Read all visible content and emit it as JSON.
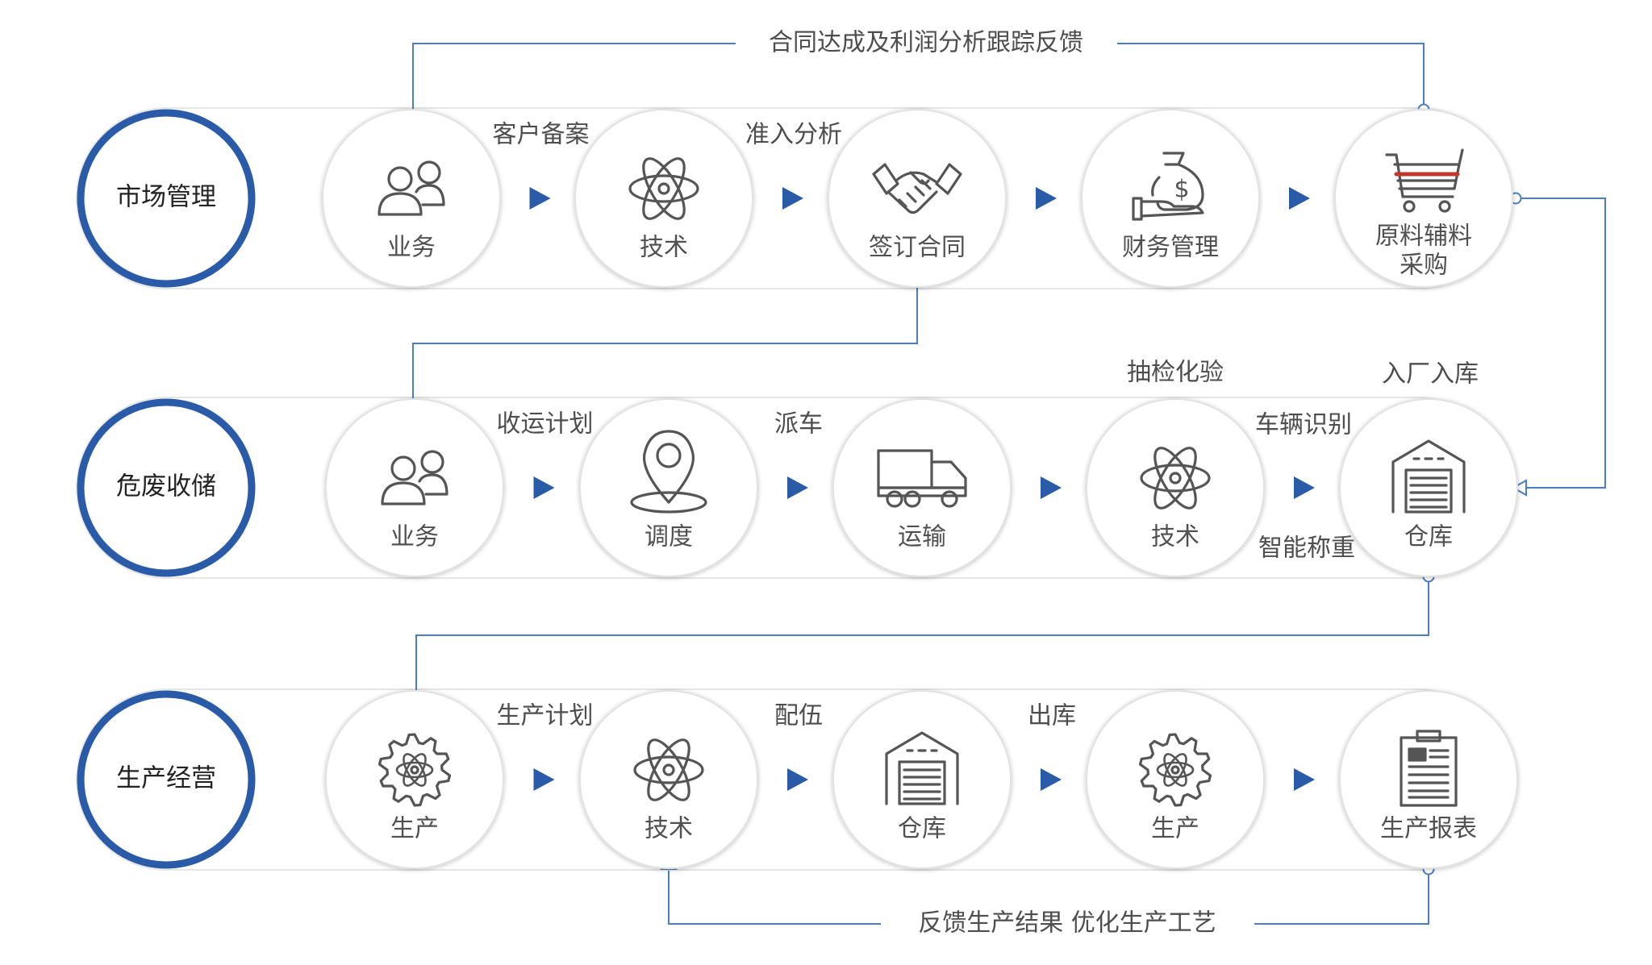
{
  "accent_color": "#2a5ba8",
  "line_color": "#4a7dc4",
  "icon_color": "#555555",
  "top_feedback": "合同达成及利润分析跟踪反馈",
  "bottom_feedback": "反馈生产结果 优化生产工艺",
  "rows": [
    {
      "title": "市场管理",
      "nodes": [
        {
          "label": [
            "业务"
          ],
          "icon": "people-icon"
        },
        {
          "label": [
            "技术"
          ],
          "icon": "atom-icon"
        },
        {
          "label": [
            "签订合同"
          ],
          "icon": "handshake-icon"
        },
        {
          "label": [
            "财务管理"
          ],
          "icon": "money-bag-icon"
        },
        {
          "label": [
            "原料辅料",
            "采购"
          ],
          "icon": "cart-icon"
        }
      ],
      "steps": [
        "客户备案",
        "准入分析",
        "",
        ""
      ]
    },
    {
      "title": "危废收储",
      "nodes": [
        {
          "label": [
            "业务"
          ],
          "icon": "people-icon"
        },
        {
          "label": [
            "调度"
          ],
          "icon": "map-pin-icon"
        },
        {
          "label": [
            "运输"
          ],
          "icon": "truck-icon"
        },
        {
          "label": [
            "技术"
          ],
          "icon": "atom-icon"
        },
        {
          "label": [
            "仓库"
          ],
          "icon": "warehouse-icon"
        }
      ],
      "steps": [
        "收运计划",
        "派车",
        "",
        ""
      ],
      "extra_labels": {
        "above_node4": "抽检化验",
        "above_node5": "入厂入库",
        "step4_top": "车辆识别",
        "step4_bottom": "智能称重"
      }
    },
    {
      "title": "生产经营",
      "nodes": [
        {
          "label": [
            "生产"
          ],
          "icon": "gear-icon"
        },
        {
          "label": [
            "技术"
          ],
          "icon": "atom-icon"
        },
        {
          "label": [
            "仓库"
          ],
          "icon": "warehouse-icon"
        },
        {
          "label": [
            "生产"
          ],
          "icon": "gear-icon"
        },
        {
          "label": [
            "生产报表"
          ],
          "icon": "report-icon"
        }
      ],
      "steps": [
        "生产计划",
        "配伍",
        "出库",
        ""
      ]
    }
  ]
}
